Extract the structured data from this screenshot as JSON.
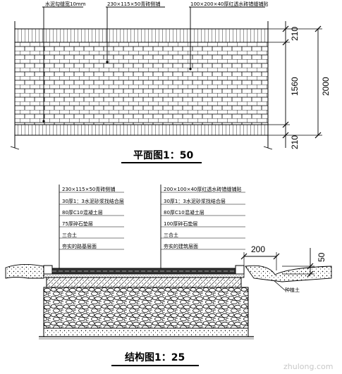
{
  "plan": {
    "callouts": [
      "水泥勾缝宽10mm",
      "230×115×50青砖侧铺",
      "100×200×40厚红透水砖错缝铺贴"
    ],
    "dims": [
      "210",
      "1560",
      "210",
      "2000"
    ],
    "title": "平面图1：50"
  },
  "section": {
    "left_layers": [
      "230×115×50青砖侧铺",
      "30厚1：3水泥砂浆找结合层",
      "80厚C10混凝土层",
      "75厚碎石垫层",
      "三合土",
      "夯实的路基层面"
    ],
    "right_layers": [
      "200×100×40厚红透水砖错缝铺贴",
      "30厚1：3水泥砂浆找结合层",
      "80厚C10混凝土层",
      "100厚碎石垫层",
      "三合土",
      "夯实的建筑层面"
    ],
    "dims": [
      "200",
      "50"
    ],
    "soil_label": "种植土",
    "title": "结构图1：25"
  },
  "watermark": "zhulong.com"
}
